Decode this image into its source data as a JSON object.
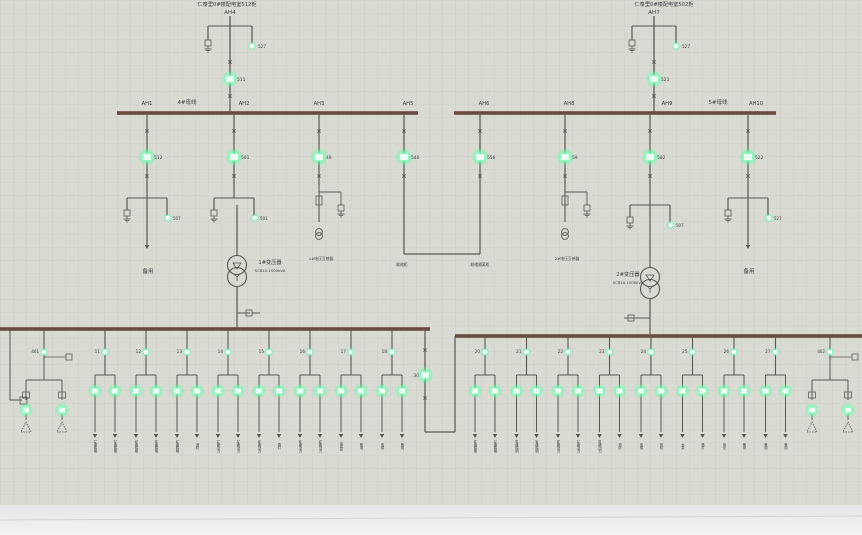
{
  "top_feeders": [
    {
      "id": "AH4",
      "caption": "仁泰里0#楼配电室512柜",
      "indicator": "511",
      "earth": "527"
    },
    {
      "id": "AH7",
      "caption": "仁泰里0#楼配电室502柜",
      "indicator": "521",
      "earth": "527"
    }
  ],
  "buses": [
    {
      "name": "4#母线",
      "cabinets": [
        "AH1",
        "AH2",
        "AH3",
        "AH5"
      ]
    },
    {
      "name": "5#母线",
      "cabinets": [
        "AH6",
        "AH8",
        "AH9",
        "AH10"
      ]
    }
  ],
  "hv_branches": [
    {
      "cab": "AH1",
      "switch": "512",
      "earth": "507",
      "label": "备用"
    },
    {
      "cab": "AH2",
      "switch": "501",
      "earth": "501",
      "label": ""
    },
    {
      "cab": "AH3",
      "switch": "49",
      "earth": "",
      "label": "1#电压互感器"
    },
    {
      "cab": "AH5",
      "switch": "540",
      "earth": "",
      "label": "联络柜"
    },
    {
      "cab": "AH6",
      "switch": "550",
      "earth": "",
      "label": "联络隔离柜"
    },
    {
      "cab": "AH8",
      "switch": "59",
      "earth": "",
      "label": "2#电压互感器"
    },
    {
      "cab": "AH9",
      "switch": "502",
      "earth": "507",
      "label": ""
    },
    {
      "cab": "AH10",
      "switch": "522",
      "earth": "527",
      "label": "备用"
    }
  ],
  "transformers": [
    {
      "name": "1#变压器",
      "model": "SCB10-1000kVA"
    },
    {
      "name": "2#变压器",
      "model": "SCB10-1000kVA"
    }
  ],
  "lv_left": {
    "incomer": "401",
    "feeders": [
      {
        "num": "11",
        "loads": [
          "1#楼照明",
          "2#楼照明"
        ]
      },
      {
        "num": "12",
        "loads": [
          "3#楼照明",
          "4#楼照明"
        ]
      },
      {
        "num": "13",
        "loads": [
          "5#楼照明",
          "消防"
        ]
      },
      {
        "num": "14",
        "loads": [
          "1#楼动力",
          "2#楼动力"
        ]
      },
      {
        "num": "15",
        "loads": [
          "3#楼动力",
          "路灯"
        ]
      },
      {
        "num": "16",
        "loads": [
          "4#楼动力",
          "5#楼动力"
        ]
      },
      {
        "num": "17",
        "loads": [
          "水泵房",
          "备用"
        ]
      },
      {
        "num": "18",
        "loads": [
          "电梯",
          "备用"
        ]
      }
    ],
    "coupler": "30"
  },
  "lv_right": {
    "incomer": "402",
    "feeders": [
      {
        "num": "20",
        "loads": [
          "6#楼照明",
          "7#楼照明"
        ]
      },
      {
        "num": "21",
        "loads": [
          "8#楼照明",
          "9#楼照明"
        ]
      },
      {
        "num": "22",
        "loads": [
          "6#楼动力",
          "7#楼动力"
        ]
      },
      {
        "num": "23",
        "loads": [
          "8#楼动力",
          "消防"
        ]
      },
      {
        "num": "24",
        "loads": [
          "电梯",
          "风机"
        ]
      },
      {
        "num": "25",
        "loads": [
          "水泵",
          "路灯"
        ]
      },
      {
        "num": "26",
        "loads": [
          "商业",
          "备用"
        ]
      },
      {
        "num": "27",
        "loads": [
          "备用",
          "备用"
        ]
      }
    ]
  },
  "colors": {
    "panel": "#d9dbd3",
    "grid": "#c7c9c1",
    "busbar": "#6a4a3e",
    "line": "#5a5650",
    "led": "#aaffd4",
    "led_glow": "#4cff9c",
    "text": "#3a3a3a"
  }
}
